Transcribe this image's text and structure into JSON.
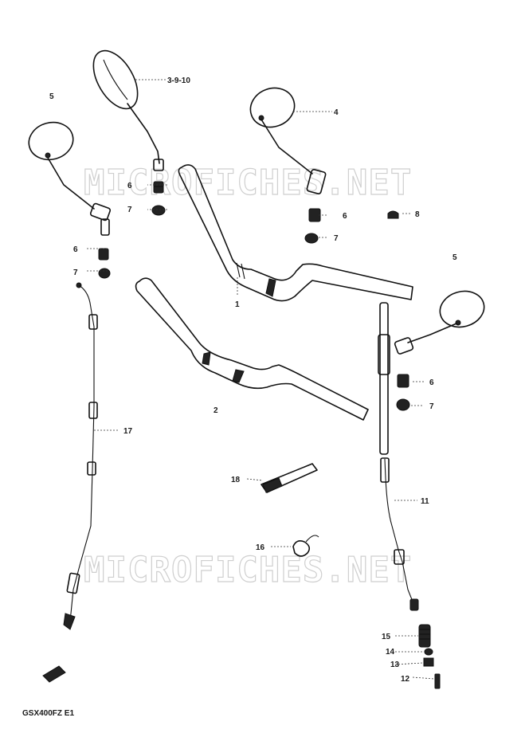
{
  "diagram": {
    "footer_code": "GSX400FZ E1",
    "watermark": "MICROFICHES.NET",
    "labels": {
      "l_3910": "3-9-10",
      "l_4": "4",
      "l_5a": "5",
      "l_5b": "5",
      "l_6a": "6",
      "l_6b": "6",
      "l_6c": "6",
      "l_6d": "6",
      "l_7a": "7",
      "l_7b": "7",
      "l_7c": "7",
      "l_7d": "7",
      "l_8": "8",
      "l_1": "1",
      "l_2": "2",
      "l_11": "11",
      "l_12": "12",
      "l_13": "13",
      "l_14": "14",
      "l_15": "15",
      "l_16": "16",
      "l_17": "17",
      "l_18": "18"
    }
  }
}
